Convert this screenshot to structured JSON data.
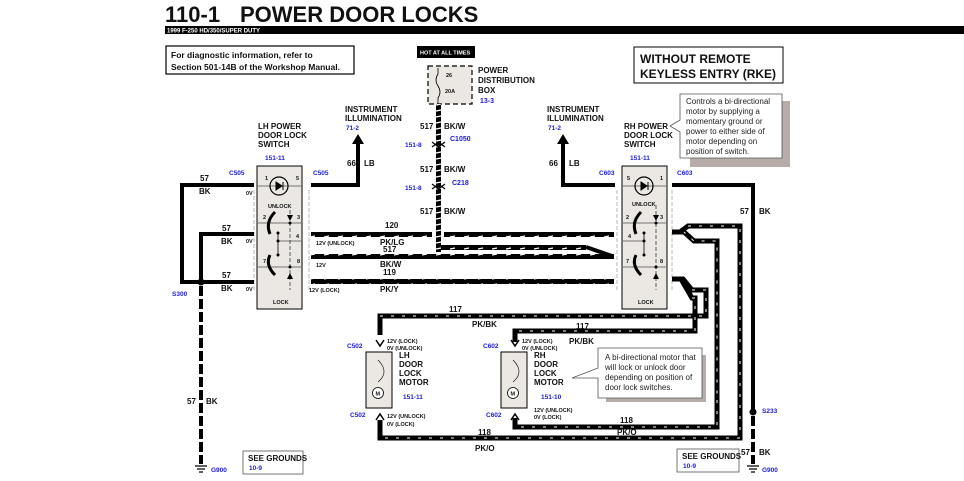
{
  "header": {
    "page_number": "110-1",
    "title": "POWER DOOR LOCKS",
    "vehicle": "1999 F-250 HD/350/SUPER DUTY"
  },
  "notes": {
    "diagnostic_line1": "For diagnostic information, refer to",
    "diagnostic_line2": "Section 501-14B of the Workshop Manual.",
    "variant_line1": "WITHOUT REMOTE",
    "variant_line2": "KEYLESS ENTRY (RKE)",
    "switch_callout": [
      "Controls a bi-directional",
      "motor by supplying a",
      "momentary ground or",
      "power to either side of",
      "motor depending on",
      "position of switch."
    ],
    "motor_callout": [
      "A bi-directional motor that",
      "will lock or unlock door",
      "depending on position of",
      "door lock switches."
    ]
  },
  "power": {
    "hot_label": "HOT AT ALL TIMES",
    "fuse_number": "26",
    "fuse_rating": "20A",
    "box_name": [
      "POWER",
      "DISTRIBUTION",
      "BOX"
    ],
    "box_ref": "13-3",
    "connectors": [
      {
        "name": "C1050",
        "ref": "151-8"
      },
      {
        "name": "C218",
        "ref": "151-8"
      }
    ],
    "circuit": "517",
    "color": "BK/W"
  },
  "illumination": {
    "label": [
      "INSTRUMENT",
      "ILLUMINATION"
    ],
    "ref": "71-2",
    "circuit": "66",
    "color": "LB"
  },
  "lh_switch": {
    "name": [
      "LH POWER",
      "DOOR LOCK",
      "SWITCH"
    ],
    "ref": "151-11",
    "connector": "C505",
    "unlock": "UNLOCK",
    "lock": "LOCK",
    "pins": [
      "1",
      "5",
      "2",
      "3",
      "4",
      "7",
      "8"
    ],
    "volt_0v": "0V",
    "v_unlock": "12V (UNLOCK)",
    "v_12": "12V",
    "v_lock": "12V (LOCK)"
  },
  "rh_switch": {
    "name": [
      "RH POWER",
      "DOOR LOCK",
      "SWITCH"
    ],
    "ref": "151-11",
    "connector": "C603",
    "unlock": "UNLOCK",
    "lock": "LOCK",
    "pins": [
      "5",
      "1",
      "2",
      "3",
      "4",
      "7",
      "8"
    ]
  },
  "harness": [
    {
      "circuit": "120",
      "color": "PK/LG"
    },
    {
      "circuit": "517",
      "color": "BK/W"
    },
    {
      "circuit": "119",
      "color": "PK/Y"
    },
    {
      "circuit": "117",
      "color": "PK/BK"
    },
    {
      "circuit": "118",
      "color": "PK/O"
    }
  ],
  "ground": {
    "circuit": "57",
    "color": "BK",
    "lh_splice": "S300",
    "rh_splice": "S233",
    "ground_point": "G900",
    "see_grounds": "SEE GROUNDS",
    "see_grounds_ref": "10-9"
  },
  "lh_motor": {
    "name": [
      "LH",
      "DOOR",
      "LOCK",
      "MOTOR"
    ],
    "ref": "151-11",
    "connector": "C502",
    "top_v": [
      "12V (LOCK)",
      "0V (UNLOCK)"
    ],
    "bottom_v": [
      "12V (UNLOCK)",
      "0V (LOCK)"
    ],
    "motor_symbol": "M"
  },
  "rh_motor": {
    "name": [
      "RH",
      "DOOR",
      "LOCK",
      "MOTOR"
    ],
    "ref": "151-10",
    "connector": "C602",
    "top_v": [
      "12V (LOCK)",
      "0V (UNLOCK)"
    ],
    "bottom_v": [
      "12V (UNLOCK)",
      "0V (LOCK)"
    ],
    "motor_symbol": "M"
  }
}
